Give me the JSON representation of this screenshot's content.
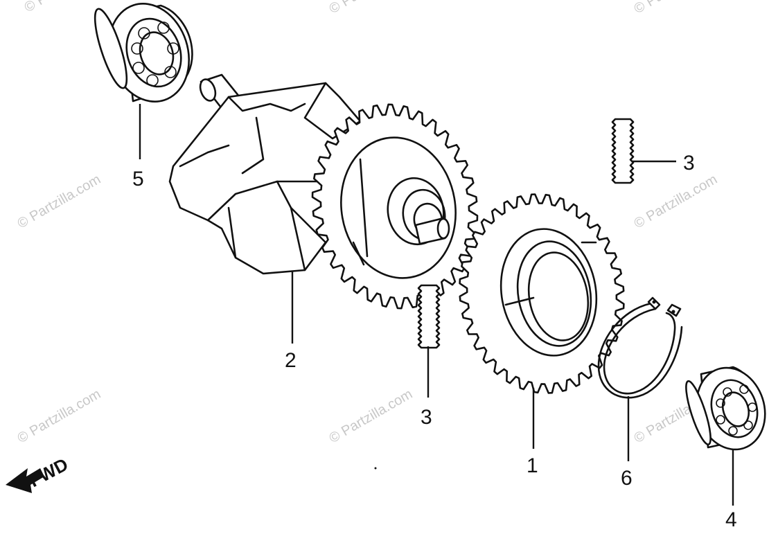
{
  "diagram": {
    "callouts": [
      {
        "id": "1"
      },
      {
        "id": "2"
      },
      {
        "id": "3"
      },
      {
        "id": "3"
      },
      {
        "id": "4"
      },
      {
        "id": "5"
      },
      {
        "id": "6"
      }
    ],
    "direction_label": "FWD",
    "watermark": "© Partzilla.com"
  },
  "colors": {
    "ink": "#111111",
    "watermark": "#c8c8c8",
    "background": "#ffffff"
  }
}
